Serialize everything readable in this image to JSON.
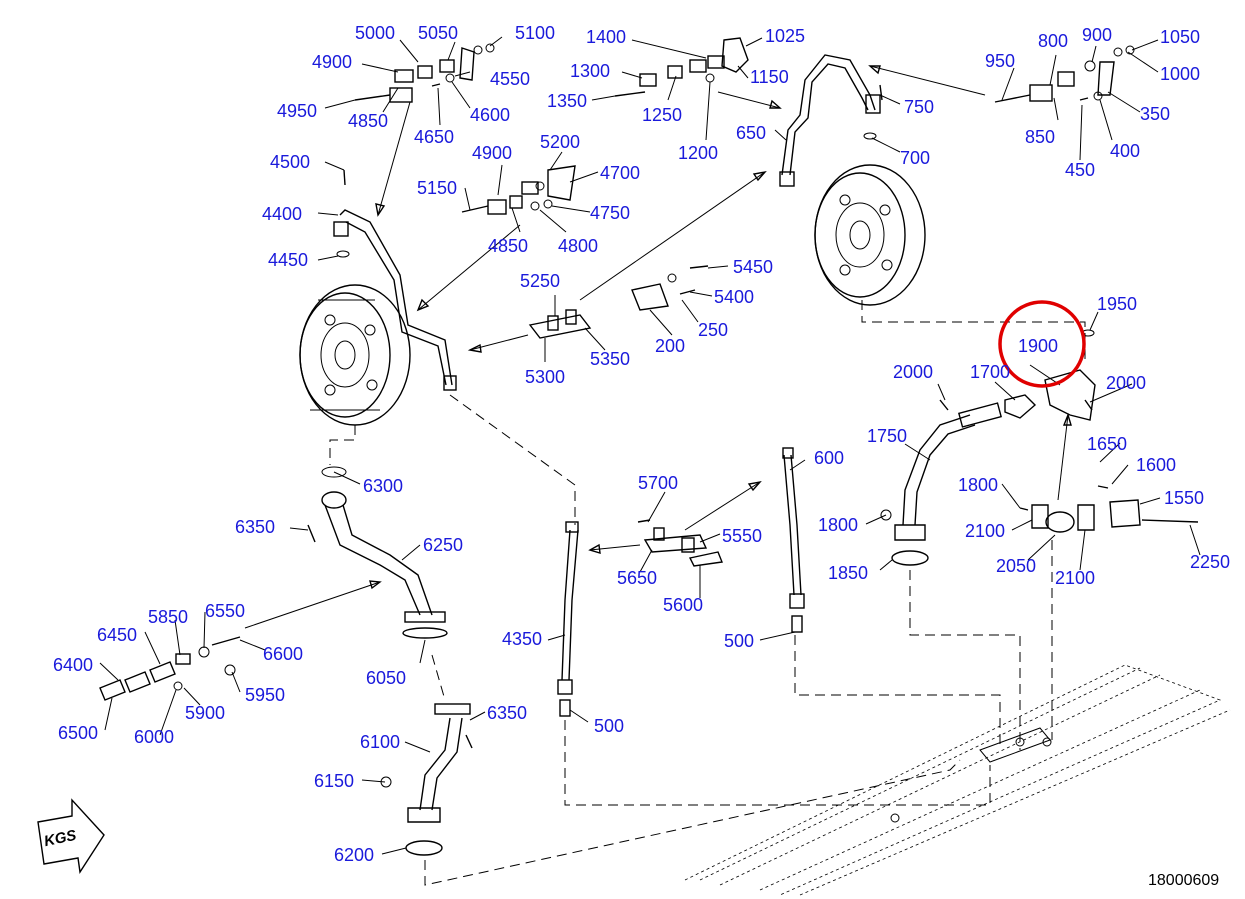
{
  "diagram": {
    "reference_number": "18000609",
    "direction_badge": "KGS",
    "colors": {
      "callout": "#1a1adb",
      "highlight": "#e00000",
      "line": "#000000"
    },
    "highlighted_callout": "1900",
    "callouts": [
      {
        "id": "c5000",
        "text": "5000"
      },
      {
        "id": "c5050",
        "text": "5050"
      },
      {
        "id": "c5100",
        "text": "5100"
      },
      {
        "id": "c4900a",
        "text": "4900"
      },
      {
        "id": "c4550",
        "text": "4550"
      },
      {
        "id": "c4950",
        "text": "4950"
      },
      {
        "id": "c4850a",
        "text": "4850"
      },
      {
        "id": "c4650",
        "text": "4650"
      },
      {
        "id": "c4600",
        "text": "4600"
      },
      {
        "id": "c1400",
        "text": "1400"
      },
      {
        "id": "c1025",
        "text": "1025"
      },
      {
        "id": "c1300",
        "text": "1300"
      },
      {
        "id": "c1150",
        "text": "1150"
      },
      {
        "id": "c1350",
        "text": "1350"
      },
      {
        "id": "c1250",
        "text": "1250"
      },
      {
        "id": "c1200",
        "text": "1200"
      },
      {
        "id": "c650",
        "text": "650"
      },
      {
        "id": "c750",
        "text": "750"
      },
      {
        "id": "c700",
        "text": "700"
      },
      {
        "id": "c950",
        "text": "950"
      },
      {
        "id": "c800",
        "text": "800"
      },
      {
        "id": "c900",
        "text": "900"
      },
      {
        "id": "c1050",
        "text": "1050"
      },
      {
        "id": "c1000",
        "text": "1000"
      },
      {
        "id": "c350",
        "text": "350"
      },
      {
        "id": "c850",
        "text": "850"
      },
      {
        "id": "c400",
        "text": "400"
      },
      {
        "id": "c450",
        "text": "450"
      },
      {
        "id": "c4500",
        "text": "4500"
      },
      {
        "id": "c4900b",
        "text": "4900"
      },
      {
        "id": "c5200",
        "text": "5200"
      },
      {
        "id": "c4700",
        "text": "4700"
      },
      {
        "id": "c5150",
        "text": "5150"
      },
      {
        "id": "c4750",
        "text": "4750"
      },
      {
        "id": "c4400",
        "text": "4400"
      },
      {
        "id": "c4850b",
        "text": "4850"
      },
      {
        "id": "c4800",
        "text": "4800"
      },
      {
        "id": "c4450",
        "text": "4450"
      },
      {
        "id": "c5450",
        "text": "5450"
      },
      {
        "id": "c5250",
        "text": "5250"
      },
      {
        "id": "c5400",
        "text": "5400"
      },
      {
        "id": "c250",
        "text": "250"
      },
      {
        "id": "c200",
        "text": "200"
      },
      {
        "id": "c5350",
        "text": "5350"
      },
      {
        "id": "c5300",
        "text": "5300"
      },
      {
        "id": "c1950",
        "text": "1950"
      },
      {
        "id": "c1900",
        "text": "1900"
      },
      {
        "id": "c2000a",
        "text": "2000"
      },
      {
        "id": "c1700",
        "text": "1700"
      },
      {
        "id": "c2000b",
        "text": "2000"
      },
      {
        "id": "c1750",
        "text": "1750"
      },
      {
        "id": "c1650",
        "text": "1650"
      },
      {
        "id": "c1600",
        "text": "1600"
      },
      {
        "id": "c1800a",
        "text": "1800"
      },
      {
        "id": "c1550",
        "text": "1550"
      },
      {
        "id": "c1800b",
        "text": "1800"
      },
      {
        "id": "c2100a",
        "text": "2100"
      },
      {
        "id": "c2250",
        "text": "2250"
      },
      {
        "id": "c2050",
        "text": "2050"
      },
      {
        "id": "c2100b",
        "text": "2100"
      },
      {
        "id": "c1850",
        "text": "1850"
      },
      {
        "id": "c6300",
        "text": "6300"
      },
      {
        "id": "c6350a",
        "text": "6350"
      },
      {
        "id": "c6250",
        "text": "6250"
      },
      {
        "id": "c5700",
        "text": "5700"
      },
      {
        "id": "c600",
        "text": "600"
      },
      {
        "id": "c5550",
        "text": "5550"
      },
      {
        "id": "c5650",
        "text": "5650"
      },
      {
        "id": "c5600",
        "text": "5600"
      },
      {
        "id": "c5850",
        "text": "5850"
      },
      {
        "id": "c6550",
        "text": "6550"
      },
      {
        "id": "c6450",
        "text": "6450"
      },
      {
        "id": "c6600",
        "text": "6600"
      },
      {
        "id": "c6400",
        "text": "6400"
      },
      {
        "id": "c5950",
        "text": "5950"
      },
      {
        "id": "c5900",
        "text": "5900"
      },
      {
        "id": "c6500",
        "text": "6500"
      },
      {
        "id": "c6000",
        "text": "6000"
      },
      {
        "id": "c4350",
        "text": "4350"
      },
      {
        "id": "c500a",
        "text": "500"
      },
      {
        "id": "c500b",
        "text": "500"
      },
      {
        "id": "c6050",
        "text": "6050"
      },
      {
        "id": "c6350b",
        "text": "6350"
      },
      {
        "id": "c6100",
        "text": "6100"
      },
      {
        "id": "c6150",
        "text": "6150"
      },
      {
        "id": "c6200",
        "text": "6200"
      }
    ]
  }
}
